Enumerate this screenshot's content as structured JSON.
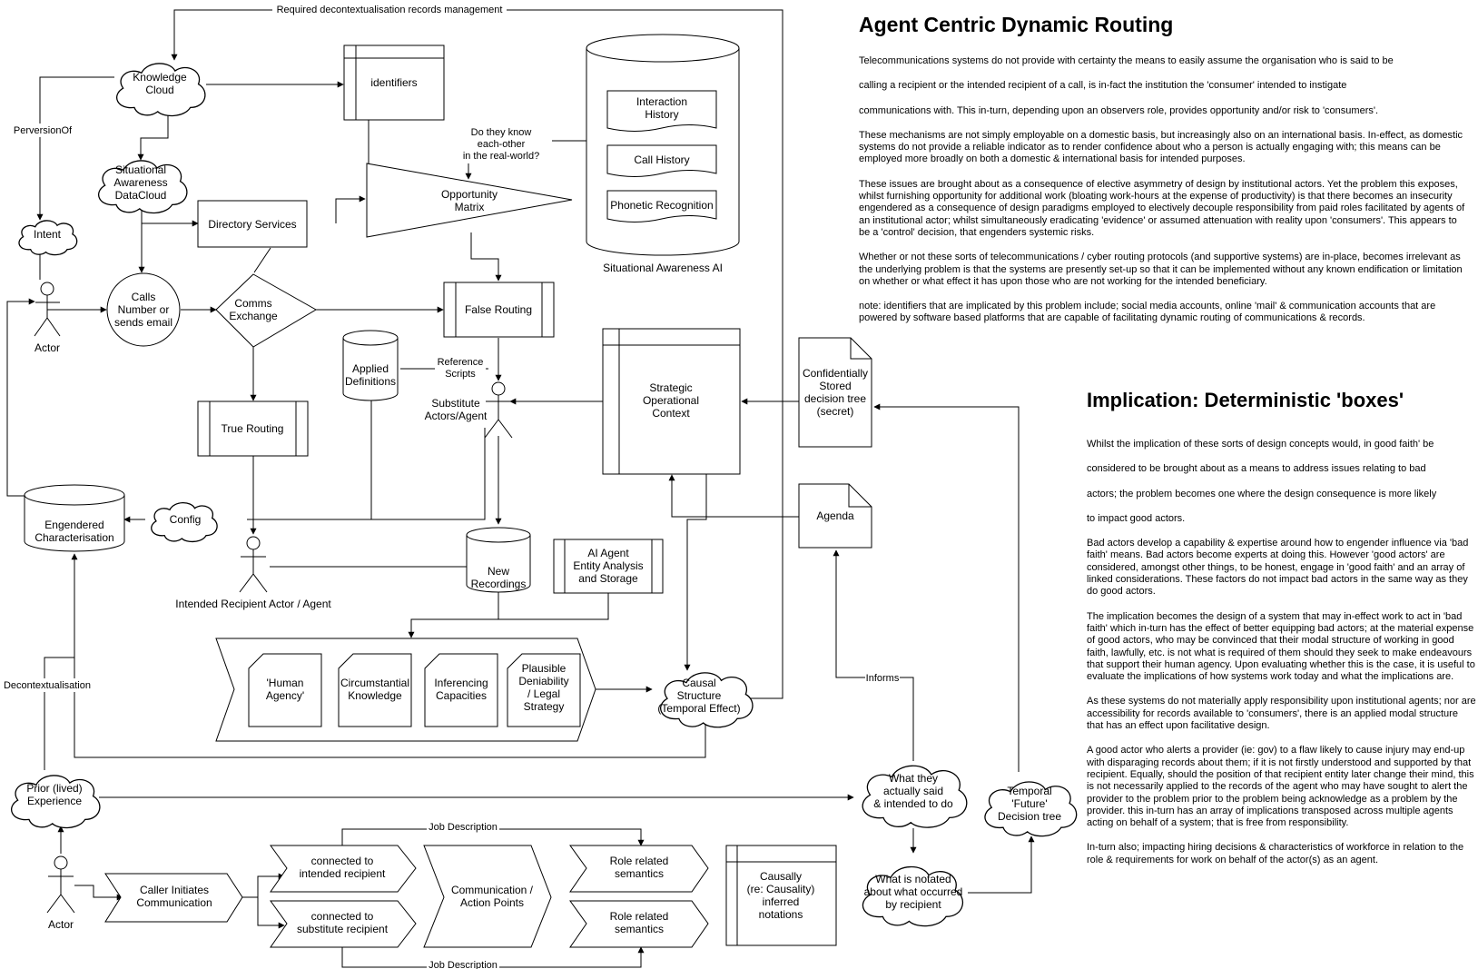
{
  "diagram": {
    "nodes": {
      "knowledge_cloud": [
        "Knowledge",
        "Cloud"
      ],
      "identifiers": "identifiers",
      "situational_datacloud": [
        "Situational",
        "Awareness",
        "DataCloud"
      ],
      "intent": "Intent",
      "actor_top": "Actor",
      "calls": [
        "Calls",
        "Number or",
        "sends email"
      ],
      "comms_exchange": [
        "Comms",
        "Exchange"
      ],
      "directory_services": "Directory Services",
      "opportunity_matrix": [
        "Opportunity",
        "Matrix"
      ],
      "question": [
        "Do they know",
        "each-other",
        "in the real-world?"
      ],
      "situational_ai_items": [
        [
          "Interaction",
          "History"
        ],
        [
          "Call History"
        ],
        [
          "Phonetic Recognition"
        ]
      ],
      "situational_ai": "Situational Awareness AI",
      "false_routing": "False Routing",
      "true_routing": "True Routing",
      "applied_definitions": [
        "Applied",
        "Definitions"
      ],
      "reference_scripts": [
        "Reference",
        "Scripts"
      ],
      "substitute_actors": [
        "Substitute",
        "Actors/Agent"
      ],
      "strategic_context": [
        "Strategic",
        "Operational",
        "Context"
      ],
      "confidential_tree": [
        "Confidentially",
        "Stored",
        "decision tree",
        "(secret)"
      ],
      "engendered": [
        "Engendered",
        "Characterisation"
      ],
      "config": "Config",
      "intended_recipient": "Intended Recipient Actor / Agent",
      "new_recordings": [
        "New",
        "Recordings"
      ],
      "ai_agent": [
        "AI Agent",
        "Entity Analysis",
        "and Storage"
      ],
      "agenda": "Agenda",
      "process_items": [
        [
          "'Human",
          "Agency'"
        ],
        [
          "Circumstantial",
          "Knowledge"
        ],
        [
          "Inferencing",
          "Capacities"
        ],
        [
          "Plausible",
          "Deniability",
          "/ Legal",
          "Strategy"
        ]
      ],
      "causal": [
        "Causal",
        "Structure",
        "(Temporal Effect)"
      ],
      "prior_experience": [
        "Prior (lived)",
        "Experience"
      ],
      "actor_bottom": "Actor",
      "caller_initiates": [
        "Caller Initiates",
        "Communication"
      ],
      "connected_intended": [
        "connected to",
        "intended recipient"
      ],
      "connected_substitute": [
        "connected to",
        "substitute recipient"
      ],
      "communication_points": [
        "Communication /",
        "Action Points"
      ],
      "role_semantics": [
        "Role related",
        "semantics"
      ],
      "causally_inferred": [
        "Causally",
        "(re: Causality)",
        "inferred",
        "notations"
      ],
      "what_said": [
        "What they",
        "actually said",
        "& intended to do"
      ],
      "what_notated": [
        "What is notated",
        "about what occurred",
        "by recipient"
      ],
      "temporal_future": [
        "Temporal",
        "'Future'",
        "Decision tree"
      ]
    },
    "edge_labels": {
      "records_management": "Required decontextualisation records management",
      "perversion_of": "PerversionOf",
      "decontextualisation": "Decontextualisation",
      "informs": "Informs",
      "job_description": "Job Description"
    }
  },
  "right_panel": {
    "title": "Agent Centric Dynamic Routing",
    "paragraphs": [
      "Telecommunications systems do not provide with certainty the means to easily assume the organisation who is said to be",
      "calling a recipient or the intended recipient of a call, is in-fact the institution the 'consumer' intended to instigate",
      "communications with.  This in-turn, depending upon an observers role, provides opportunity and/or risk to 'consumers'.",
      "These mechanisms are not simply employable on a domestic basis, but increasingly also on an international basis. In-effect, as domestic systems do not provide a reliable indicator as to render confidence about who a person is actually engaging with; this means can be employed more broadly on both a domestic & international basis for intended purposes.",
      "These issues are brought about as a consequence of elective asymmetry of design by institutional actors. Yet the problem this exposes, whilst furnishing opportunity for additional work (bloating work-hours at the expense of productivity) is that there becomes an insecurity engendered as a consequence of design paradigms employed to electively decouple responsibility from paid roles facilitated by agents of an institutional actor; whilst simultaneously eradicating 'evidence' or assumed attenuation with reality upon 'consumers'.  This appears to be a 'control' decision, that engenders systemic risks.",
      "Whether or not these sorts of telecommunications / cyber routing protocols (and supportive systems) are in-place, becomes irrelevant as the underlying problem is that the systems are presently set-up so that it can be implemented without any known endification or limitation on whether or what effect it has upon those who are not working for the intended beneficiary.",
      "note: identifiers that are implicated by this problem include; social media accounts, online 'mail' & communication accounts that are powered by software based platforms that are capable of facilitating dynamic routing of communications & records."
    ]
  },
  "implication_panel": {
    "title": "Implication: Deterministic 'boxes'",
    "paragraphs": [
      "Whilst the implication of these sorts of design concepts would, in good faith' be",
      "considered to be brought about as a means to address issues relating to bad",
      "actors; the problem becomes one where the design consequence is more likely",
      "to impact good actors.",
      "Bad actors develop a capability & expertise around how to engender influence via 'bad faith' means.  Bad actors become experts at doing this.  However 'good actors' are considered, amongst other things, to be honest, engage in 'good faith' and an array of linked considerations.  These factors do not impact bad actors in the same way as they do good actors.",
      "The implication becomes the design of a system that may in-effect work to act in 'bad faith' which in-turn has the effect of better equipping bad actors; at the material expense of good actors, who may be convinced that their modal structure of working in good faith, lawfully, etc. is not what is required of them should they seek to make endeavours that support their human agency.  Upon evaluating whether this is the case, it is useful to evaluate the implications of how systems work today and what the implications are.",
      "As these systems do not materially apply responsibility upon institutional agents; nor are accessibility for records available to 'consumers', there is an applied modal structure that has an effect upon facilitative design.",
      "A good actor who alerts a provider (ie: gov) to a flaw likely to cause injury may end-up with disparaging records about them; if it is not firstly understood and supported by that recipient.  Equally, should the position of that recipient entity later change their mind, this is not necessarily applied to the records of the agent who may have sought to alert the provider to the problem prior to the problem being acknowledge as a problem by the provider.  this in-turn has an array of implications transposed across multiple agents acting on behalf of a system; that is free from responsibility.",
      "In-turn also; impacting hiring decisions & characteristics of workforce in relation to the role & requirements for work on behalf of the actor(s) as an agent."
    ]
  }
}
